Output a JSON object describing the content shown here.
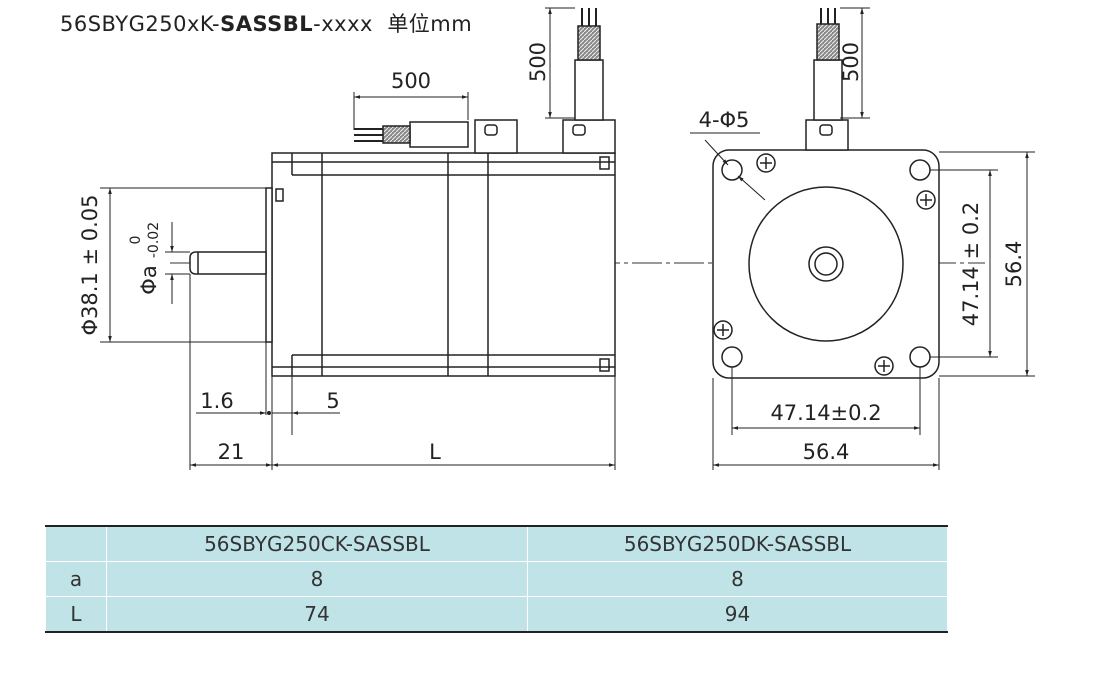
{
  "title": {
    "model": "56SBYG250xK-",
    "model_bold": "SASSBL",
    "model_tail": "-xxxx",
    "unit": "单位mm"
  },
  "dims": {
    "lead_len_side": "500",
    "lead_len_top1": "500",
    "lead_len_top2": "500",
    "hole_spec": "4-Φ5",
    "pilot_dia": "Φ38.1 ± 0.05",
    "shaft_dia_symbol": "Φa",
    "shaft_tol_upper": "0",
    "shaft_tol_lower": "-0.02",
    "pilot_depth": "1.6",
    "flange_thk": "5",
    "shaft_len": "21",
    "body_len": "L",
    "hole_pitch_v": "47.14 ± 0.2",
    "flange_v": "56.4",
    "hole_pitch_h": "47.14±0.2",
    "flange_h": "56.4"
  },
  "table": {
    "headers": [
      "",
      "56SBYG250CK-SASSBL",
      "56SBYG250DK-SASSBL"
    ],
    "rows": [
      [
        "a",
        "8",
        "8"
      ],
      [
        "L",
        "74",
        "94"
      ]
    ]
  }
}
